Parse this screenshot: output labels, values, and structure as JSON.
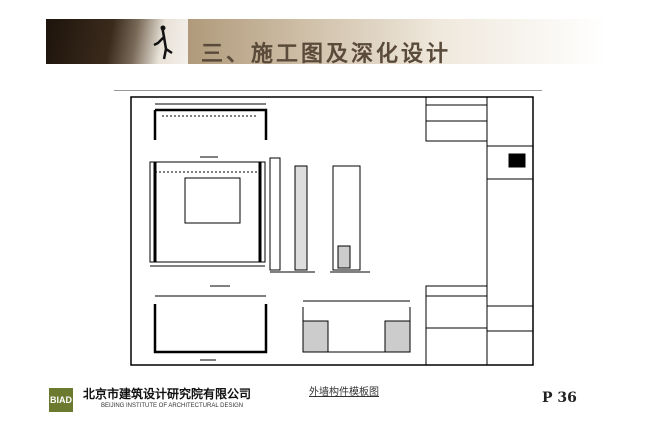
{
  "header": {
    "title": "三、施工图及深化设计"
  },
  "footer": {
    "logo_text": "BIAD",
    "company_cn": "北京市建筑设计研究院有限公司",
    "company_en": "BEIJING INSTITUTE OF ARCHITECTURAL DESIGN",
    "caption": "外墙构件模板图",
    "page_number": "P 36"
  }
}
